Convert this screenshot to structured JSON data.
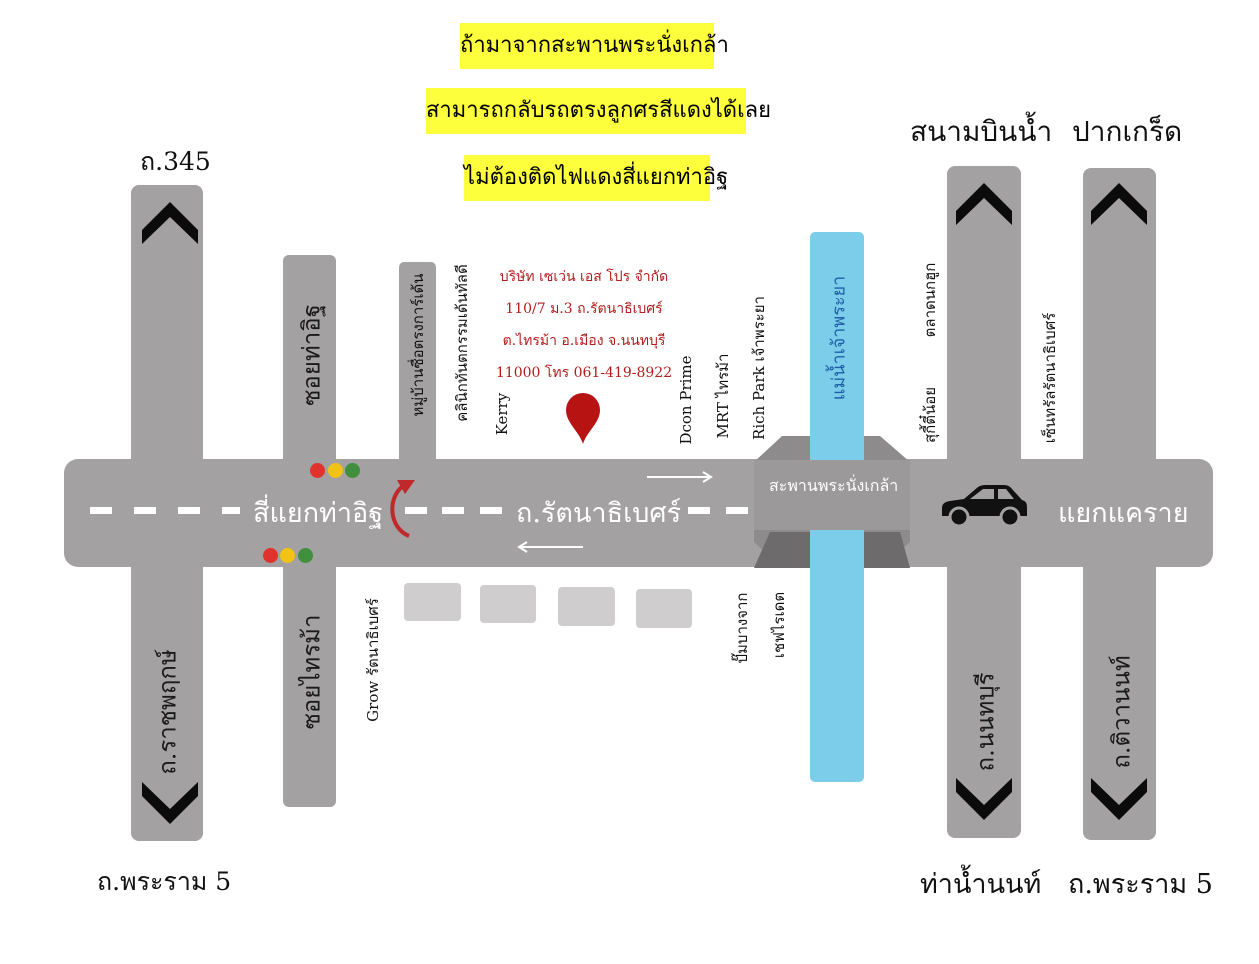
{
  "notes": {
    "line1": "ถ้ามาจากสะพานพระนั่งเกล้า",
    "line2": "สามารถกลับรถตรงลูกศรสีแดงได้เลย",
    "line3": "ไม่ต้องติดไฟแดงสี่แยกท่าอิฐ"
  },
  "destinations": {
    "top_left": "ถ.345",
    "top_right_1": "สนามบินน้ำ",
    "top_right_2": "ปากเกร็ด",
    "bottom_left": "ถ.พระราม 5",
    "bottom_right_1": "ท่าน้ำนนท์",
    "bottom_right_2": "ถ.พระราม 5"
  },
  "roads": {
    "main_road": "ถ.รัตนาธิเบศร์",
    "intersection_left": "สี่แยกท่าอิฐ",
    "intersection_right": "แยกแคราย",
    "bridge": "สะพานพระนั่งเกล้า",
    "river": "แม่น้ำเจ้าพระยา",
    "left_road": "ถ.ราชพฤกษ์",
    "soi_north": "ซอยท่าอิฐ",
    "soi_south": "ซอยไทรม้า",
    "right_road_1": "ถ.นนทบุรี",
    "right_road_2": "ถ.ติวานนท์"
  },
  "company": {
    "name": "บริษัท เซเว่น เอส โปร จำกัด",
    "address1": "110/7 ม.3 ถ.รัตนาธิเบศร์",
    "address2": "ต.ไทรม้า อ.เมือง จ.นนทบุรี",
    "address3": "11000  โทร 061-419-8922"
  },
  "pois": {
    "p1": "หมู่บ้านซื่อตรงการ์เด้น",
    "p2": "คลินิกทันตกรรมเด้นทัลดี",
    "p3": "Kerry",
    "p4": "Dcon Prime",
    "p5": "MRT ไทรม้า",
    "p6": "Rich Park เจ้าพระยา",
    "p7": "ตลาดนกฮูก",
    "p8": "สุกี้ตี๋น้อย",
    "p9": "เซ็นทรัลรัตนาธิเบศร์",
    "p10": "Grow รัตนาธิเบศร์",
    "p11": "ปั๊มบางจาก",
    "p12": "เชฟไรเดต"
  },
  "colors": {
    "road": "#a3a1a2",
    "river": "#7ccde9",
    "note_bg": "#fdff3c",
    "company_text": "#b21d1d",
    "pin": "#b81313",
    "uturn": "#c0282b",
    "light_red": "#e0332e",
    "light_yellow": "#f2c315",
    "light_green": "#3f8f3c"
  },
  "icons": [
    "chevron-up-icon",
    "chevron-down-icon",
    "map-pin-icon",
    "u-turn-arrow-icon",
    "car-icon",
    "traffic-light-icon",
    "direction-arrow-icon"
  ]
}
